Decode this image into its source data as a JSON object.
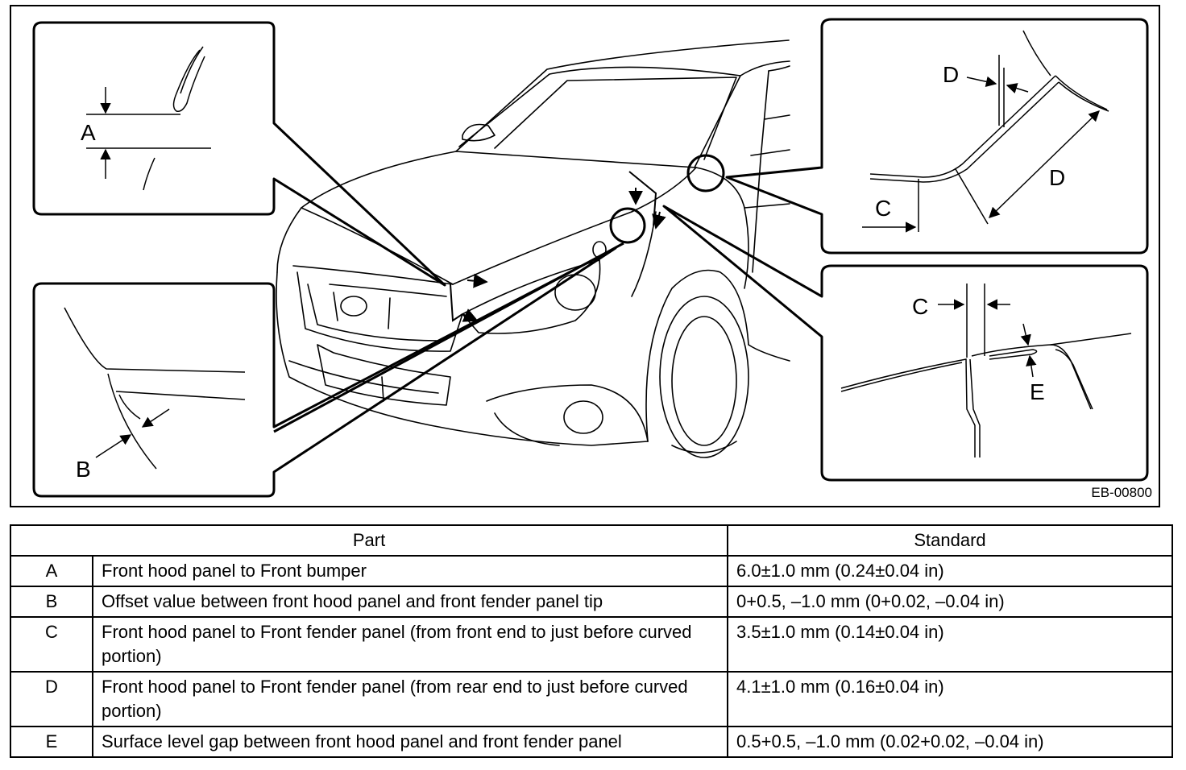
{
  "figure": {
    "id": "EB-00800",
    "callout_labels": {
      "a": "A",
      "b": "B",
      "c_top": "C",
      "d_small": "D",
      "d_large": "D",
      "c_bottom": "C",
      "e": "E"
    }
  },
  "table": {
    "headers": {
      "part": "Part",
      "standard": "Standard"
    },
    "rows": [
      {
        "key": "A",
        "part": "Front hood panel to Front bumper",
        "standard": "6.0±1.0 mm (0.24±0.04 in)"
      },
      {
        "key": "B",
        "part": "Offset value between front hood panel and front fender panel tip",
        "standard": "0+0.5, –1.0 mm (0+0.02, –0.04 in)"
      },
      {
        "key": "C",
        "part": "Front hood panel to Front fender panel (from front end to just before curved portion)",
        "standard": "3.5±1.0 mm (0.14±0.04 in)"
      },
      {
        "key": "D",
        "part": "Front hood panel to Front fender panel (from rear end to just before curved portion)",
        "standard": "4.1±1.0 mm (0.16±0.04 in)"
      },
      {
        "key": "E",
        "part": "Surface level gap between front hood panel and front fender panel",
        "standard": "0.5+0.5, –1.0 mm (0.02+0.02, –0.04 in)"
      }
    ]
  }
}
